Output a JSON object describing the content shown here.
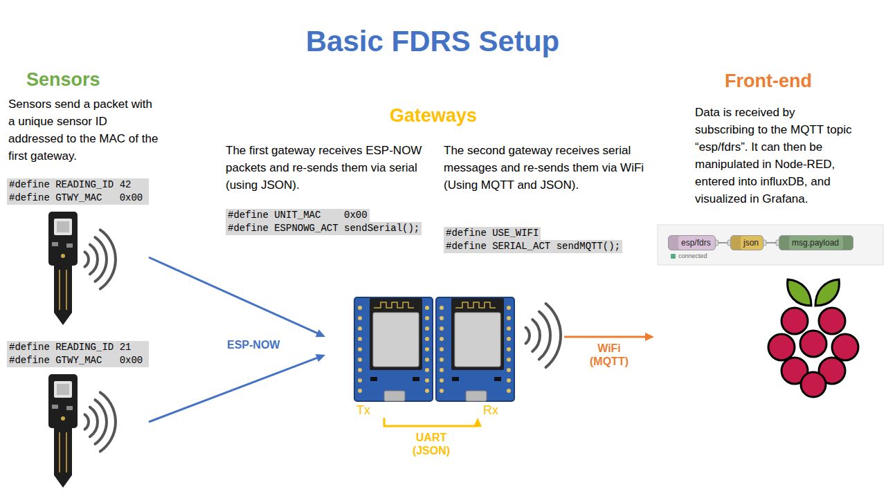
{
  "diagram": {
    "title": "Basic FDRS Setup",
    "nodes": [
      {
        "text": [
          "#define READING_ID 42",
          "#define GTWY_MAC   0x00"
        ]
      },
      {
        "text": [
          "#define READING_ID 21",
          "#define GTWY_MAC   0x00"
        ]
      },
      {
        "text": [
          "Tx"
        ]
      },
      {
        "text": [
          "Rx"
        ]
      },
      {
        "text": [
          "Front-end",
          "Data is received by subscribing to the MQTT topic “esp/fdrs”. It can then be manipulated in Node-RED, entered into influxDB, and visualized in Grafana."
        ]
      },
      {
        "text": [
          "esp/fdrs"
        ],
        "in": 4
      },
      {
        "text": [
          "json"
        ],
        "in": 4
      },
      {
        "text": [
          "msg.payload"
        ],
        "in": 4
      }
    ],
    "edges": [
      {
        "from": 0,
        "to": 2,
        "arrow": "to"
      },
      {
        "from": 1,
        "to": 2,
        "arrow": "to"
      },
      {
        "from": 2,
        "to": 3,
        "label": "UART (JSON)",
        "arrow": "to"
      },
      {
        "from": 3,
        "to": 4,
        "label": "WiFi (MQTT)",
        "arrow": "to"
      },
      {
        "from": 5,
        "to": 6,
        "arrow": "none"
      },
      {
        "from": 6,
        "to": 7,
        "arrow": "none"
      }
    ],
    "labels": [
      "Sensors",
      "Sensors send a packet with a unique sensor ID addressed to the MAC of the first gateway.",
      "Gateways",
      "The first gateway receives ESP-NOW packets and re-sends them via serial (using JSON).",
      "#define UNIT_MAC    0x00",
      "#define ESPNOWG_ACT sendSerial();",
      "The second gateway receives serial messages and re-sends them via WiFi (Using MQTT and JSON).",
      "#define USE_WIFI",
      "#define SERIAL_ACT sendMQTT();",
      "ESP-NOW",
      "connected"
    ]
  }
}
